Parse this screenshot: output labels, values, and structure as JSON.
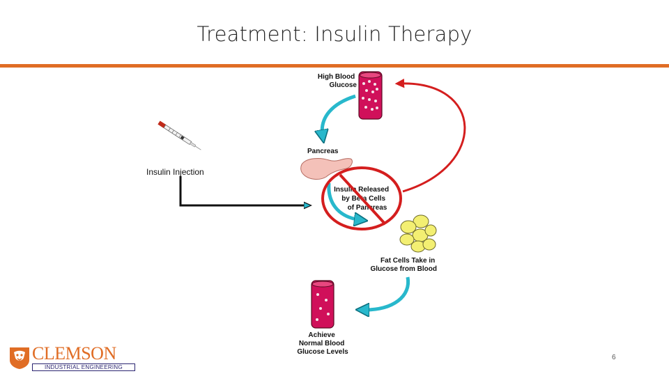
{
  "slide": {
    "title": "Treatment: Insulin Therapy",
    "page_number": "6"
  },
  "diagram": {
    "labels": {
      "high_glucose": [
        "High Blood",
        "Glucose"
      ],
      "pancreas": "Pancreas",
      "insulin_released": [
        "Insulin Released",
        "by Beta Cells",
        "of Pancreas"
      ],
      "fat_cells": [
        "Fat Cells Take in",
        "Glucose from Blood"
      ],
      "normal": [
        "Achieve",
        "Normal Blood",
        "Glucose Levels"
      ],
      "injection": "Insulin Injection"
    }
  },
  "logo": {
    "name": "CLEMSON",
    "department": "INDUSTRIAL ENGINEERING"
  },
  "colors": {
    "accent_rule": "#e06d25",
    "tube": "#d0105a",
    "cyan_arrow": "#28b8cc",
    "red_annotation": "#d41e1e",
    "fat_cell": "#f3ef72",
    "logo_orange": "#e06d25",
    "logo_navy": "#2a2470"
  }
}
